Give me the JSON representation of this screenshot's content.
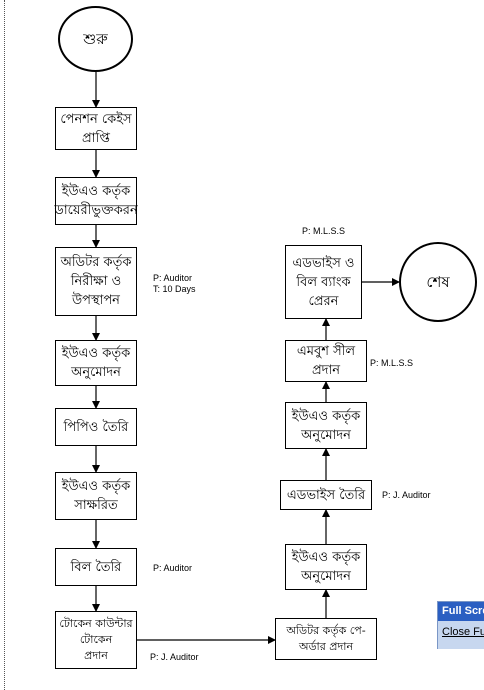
{
  "nodes": {
    "start": "শুরু",
    "pension_case_receipt": "পেনশন কেইস\nপ্রাপ্তি",
    "uao_diary_entry": "ইউএও কর্তৃক\nডায়েরীভুক্তকরন",
    "auditor_review": "অডিটর কর্তৃক\nনিরীক্ষা ও\nউপস্থাপন",
    "uao_approval_1": "ইউএও কর্তৃক\nঅনুমোদন",
    "ppo_prepare": "পিপিও তৈরি",
    "uao_signed": "ইউএও কর্তৃক\nসাক্ষরিত",
    "bill_prepare": "বিল তৈরি",
    "token_counter": "টোকেন কাউন্টার\nটোকেন\nপ্রদান",
    "auditor_pay_order": "অডিটর কর্তৃক পে-\nঅর্ডার প্রদান",
    "uao_approval_2": "ইউএও কর্তৃক\nঅনুমোদন",
    "advice_prepare": "এডভাইস তৈরি",
    "uao_approval_3": "ইউএও কর্তৃক\nঅনুমোদন",
    "mbook_seal": "এমবুশ সীল\nপ্রদান",
    "advice_bill_send": "এডভাইস ও\nবিল ব্যাংক\nপ্রেরন",
    "end": "শেষ"
  },
  "notes": {
    "auditor_review": "P: Auditor\nT: 10 Days",
    "bill_prepare": "P: Auditor",
    "token_counter": "P: J. Auditor",
    "advice_prepare": "P: J. Auditor",
    "mbook_seal": "P: M.L.S.S",
    "advice_bill_send": "P: M.L.S.S"
  },
  "overlay": {
    "title": "Full Scre",
    "close_label": "Close Fu"
  }
}
